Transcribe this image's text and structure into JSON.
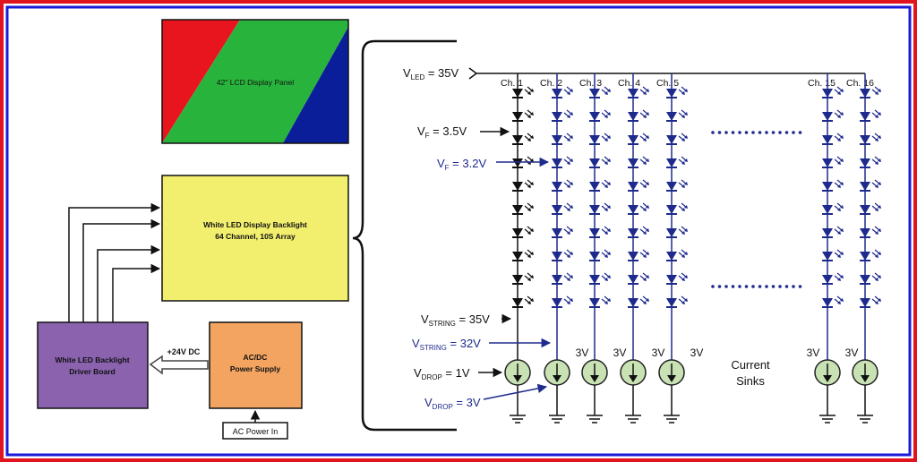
{
  "colors": {
    "outer_frame": "#e0141e",
    "inner_frame": "#1a1ad8",
    "panel_red": "#e8141e",
    "panel_green": "#28b43c",
    "panel_blue": "#0a1e9a",
    "backlight_fill": "#f2ee6e",
    "driver_fill": "#8a62ae",
    "psu_fill": "#f2a460",
    "black_string": "#111111",
    "blue_string": "#1e2a8c",
    "current_sink_fill": "#c8e2b4"
  },
  "blocks": {
    "lcd_panel": "42\" LCD Display Panel",
    "backlight_line1": "White LED Display Backlight",
    "backlight_line2": "64 Channel, 10S Array",
    "driver_line1": "White LED Backlight",
    "driver_line2": "Driver Board",
    "psu_line1": "AC/DC",
    "psu_line2": "Power Supply",
    "ac_input": "AC Power In",
    "dc_link": "+24V DC"
  },
  "labels": {
    "vled_main": "V",
    "vled_sub": "LED",
    "vled_val": " = 35V",
    "vf_black_main": "V",
    "vf_black_sub": "F",
    "vf_black_val": " = 3.5V",
    "vf_blue_main": "V",
    "vf_blue_sub": "F",
    "vf_blue_val": " = 3.2V",
    "vstring_black_main": "V",
    "vstring_black_sub": "STRING",
    "vstring_black_val": " = 35V",
    "vstring_blue_main": "V",
    "vstring_blue_sub": "STRING",
    "vstring_blue_val": " = 32V",
    "vdrop_black_main": "V",
    "vdrop_black_sub": "DROP",
    "vdrop_black_val": " = 1V",
    "vdrop_blue_main": "V",
    "vdrop_blue_sub": "DROP",
    "vdrop_blue_val": " = 3V",
    "current_sinks_line1": "Current",
    "current_sinks_line2": "Sinks"
  },
  "channels": [
    "Ch. 1",
    "Ch. 2",
    "Ch. 3",
    "Ch. 4",
    "Ch. 5",
    "Ch. 15",
    "Ch. 16"
  ],
  "sink_voltages": [
    "3V",
    "3V",
    "3V",
    "3V",
    "3V",
    "3V"
  ],
  "leds_per_string": 10
}
